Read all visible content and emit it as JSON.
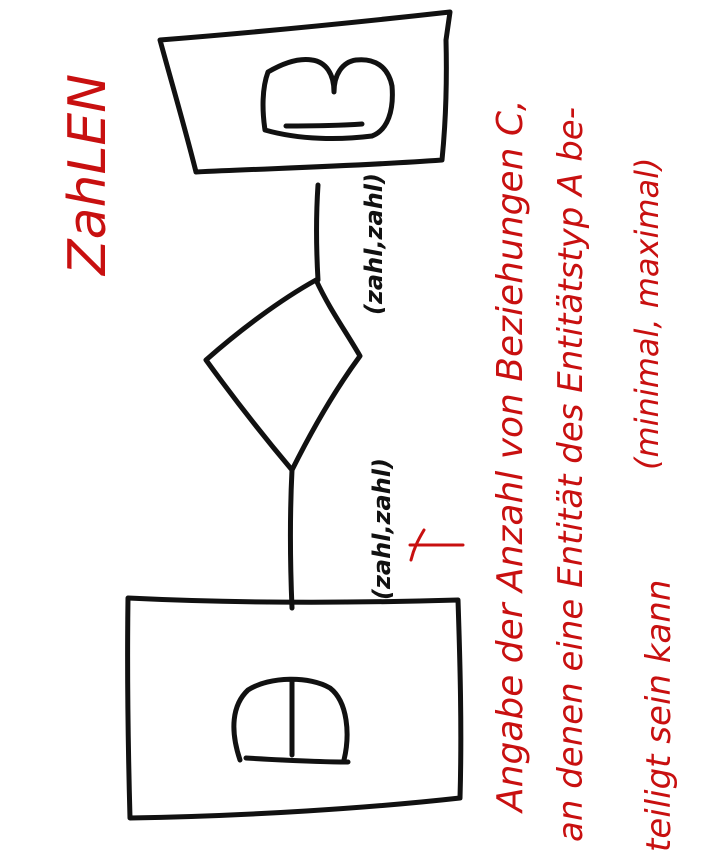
{
  "title": "ZahLEN",
  "entity_top": {
    "letter": "B"
  },
  "entity_bottom": {
    "letter": "A"
  },
  "cardinality_upper": "(zahl,zahl)",
  "cardinality_lower": "(zahl,zahl)",
  "annotation": {
    "line1": "Angabe der Anzahl von Beziehungen C,",
    "line2": "an denen eine Entität des Entitätstyp A be-",
    "line3": "teiligt sein kann",
    "line4": "(minimal, maximal)"
  },
  "colors": {
    "ink": "#111111",
    "annotation": "#c81010",
    "background": "#ffffff"
  }
}
